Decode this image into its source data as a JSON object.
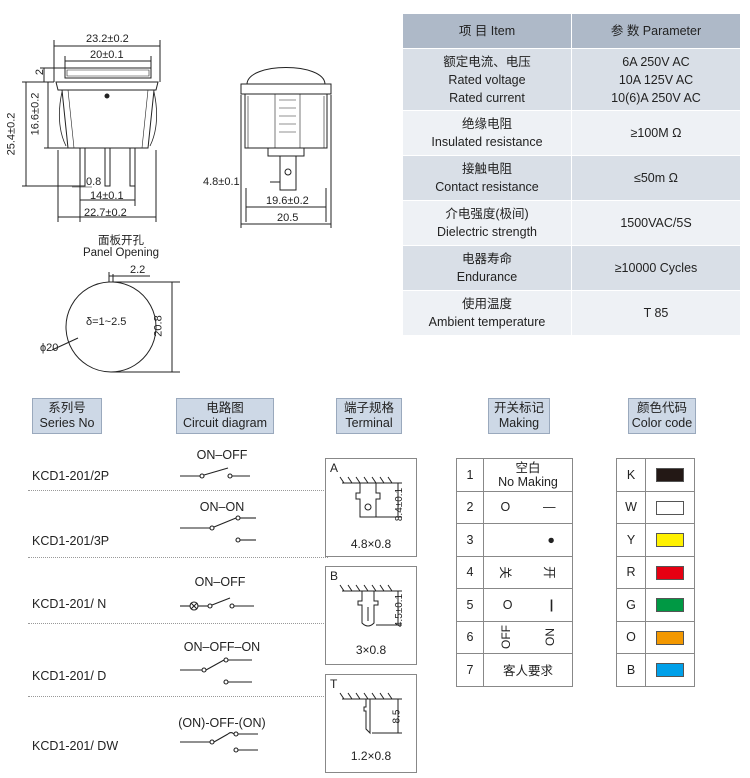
{
  "drawing": {
    "top_width": "23.2±0.2",
    "rocker_width": "20±0.1",
    "rocker_h": "2",
    "total_h": "25.4±0.2",
    "body_h": "16.6±0.2",
    "pin_w": "0.8",
    "pin_pitch": "14±0.1",
    "base_w": "22.7±0.2",
    "side_pin": "4.8±0.1",
    "side_body": "19.6±0.2",
    "side_total": "20.5",
    "panel_title_cn": "面板开孔",
    "panel_title_en": "Panel Opening",
    "panel_notch": "2.2",
    "panel_thick": "δ=1~2.5",
    "panel_height": "20.8",
    "panel_dia": "ϕ20"
  },
  "spec_table": {
    "header": {
      "item": "项 目   Item",
      "param": "参 数   Parameter"
    },
    "rows": [
      {
        "item": [
          "额定电流、电压",
          "Rated voltage",
          "Rated current"
        ],
        "param": [
          "6A  250V AC",
          "10A 125V AC",
          "10(6)A  250V AC"
        ]
      },
      {
        "item": [
          "绝缘电阻",
          "Insulated resistance"
        ],
        "param": [
          "≥100M Ω"
        ]
      },
      {
        "item": [
          "接触电阻",
          "Contact resistance"
        ],
        "param": [
          "≤50m Ω"
        ]
      },
      {
        "item": [
          "介电强度(极间)",
          "Dielectric strength"
        ],
        "param": [
          "1500VAC/5S"
        ]
      },
      {
        "item": [
          "电器寿命",
          "Endurance"
        ],
        "param": [
          "≥10000 Cycles"
        ]
      },
      {
        "item": [
          "使用温度",
          "Ambient temperature"
        ],
        "param": [
          "T 85"
        ]
      }
    ]
  },
  "headers": {
    "series": [
      "系列号",
      "Series No"
    ],
    "circuit": [
      "电路图",
      "Circuit diagram"
    ],
    "terminal": [
      "端子规格",
      "Terminal"
    ],
    "making": [
      "开关标记",
      "Making"
    ],
    "color": [
      "颜色代码",
      "Color code"
    ]
  },
  "series": [
    {
      "no": "KCD1-201/2P",
      "circuit": "ON–OFF"
    },
    {
      "no": "KCD1-201/3P",
      "circuit": "ON–ON"
    },
    {
      "no": "KCD1-201/ N",
      "circuit": "ON–OFF"
    },
    {
      "no": "KCD1-201/ D",
      "circuit": "ON–OFF–ON"
    },
    {
      "no": "KCD1-201/ DW",
      "circuit": "(ON)-OFF-(ON)"
    }
  ],
  "terminals": [
    {
      "letter": "A",
      "size": "4.8×0.8",
      "dim": "8.4±0.1"
    },
    {
      "letter": "B",
      "size": "3×0.8",
      "dim": "4.5±0.1"
    },
    {
      "letter": "T",
      "size": "1.2×0.8",
      "dim": "8.5"
    }
  ],
  "making": [
    {
      "n": "1",
      "cn": "空白",
      "en": "No Making"
    },
    {
      "n": "2",
      "left": "O",
      "right": "—"
    },
    {
      "n": "3",
      "left": "",
      "right": "●"
    },
    {
      "n": "4",
      "left": "关",
      "right": "开"
    },
    {
      "n": "5",
      "left": "O",
      "right": "|"
    },
    {
      "n": "6",
      "left": "OFF",
      "right": "ON"
    },
    {
      "n": "7",
      "text": "客人要求"
    }
  ],
  "colors": [
    {
      "code": "K",
      "hex": "#231815"
    },
    {
      "code": "W",
      "hex": "#ffffff"
    },
    {
      "code": "Y",
      "hex": "#fff100"
    },
    {
      "code": "R",
      "hex": "#e60012"
    },
    {
      "code": "G",
      "hex": "#009944"
    },
    {
      "code": "O",
      "hex": "#f39800"
    },
    {
      "code": "B",
      "hex": "#00a0e9"
    }
  ]
}
